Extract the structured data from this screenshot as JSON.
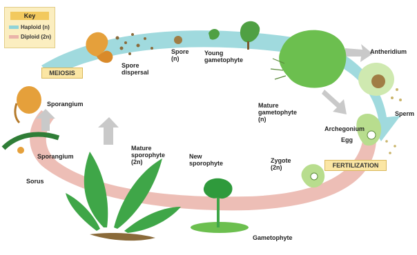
{
  "key": {
    "title": "Key",
    "haploid": "Haploid (n)",
    "diploid": "Diploid (2n)",
    "haploid_color": "#8fd3d8",
    "diploid_color": "#eab3a9"
  },
  "stages": {
    "meiosis": "MEIOSIS",
    "fertilization": "FERTILIZATION"
  },
  "labels": {
    "spore_dispersal": "Spore\ndispersal",
    "spore": "Spore\n(n)",
    "young_gametophyte": "Young\ngametophyte",
    "antheridium": "Antheridium",
    "sperm": "Sperm",
    "mature_gametophyte": "Mature\ngametophyte\n(n)",
    "archegonium": "Archegonium",
    "egg": "Egg",
    "zygote": "Zygote\n(2n)",
    "sporangium_top": "Sporangium",
    "sporangium_left": "Sporangium",
    "sorus": "Sorus",
    "mature_sporophyte": "Mature\nsporophyte\n(2n)",
    "new_sporophyte": "New\nsporophyte",
    "gametophyte": "Gametophyte"
  },
  "colors": {
    "fern_green": "#3fa648",
    "dark_green": "#2f7d36",
    "gametophyte_green": "#6cbf4f",
    "sporangium_orange": "#e5a03b",
    "box_fill": "#fbe6a4"
  }
}
